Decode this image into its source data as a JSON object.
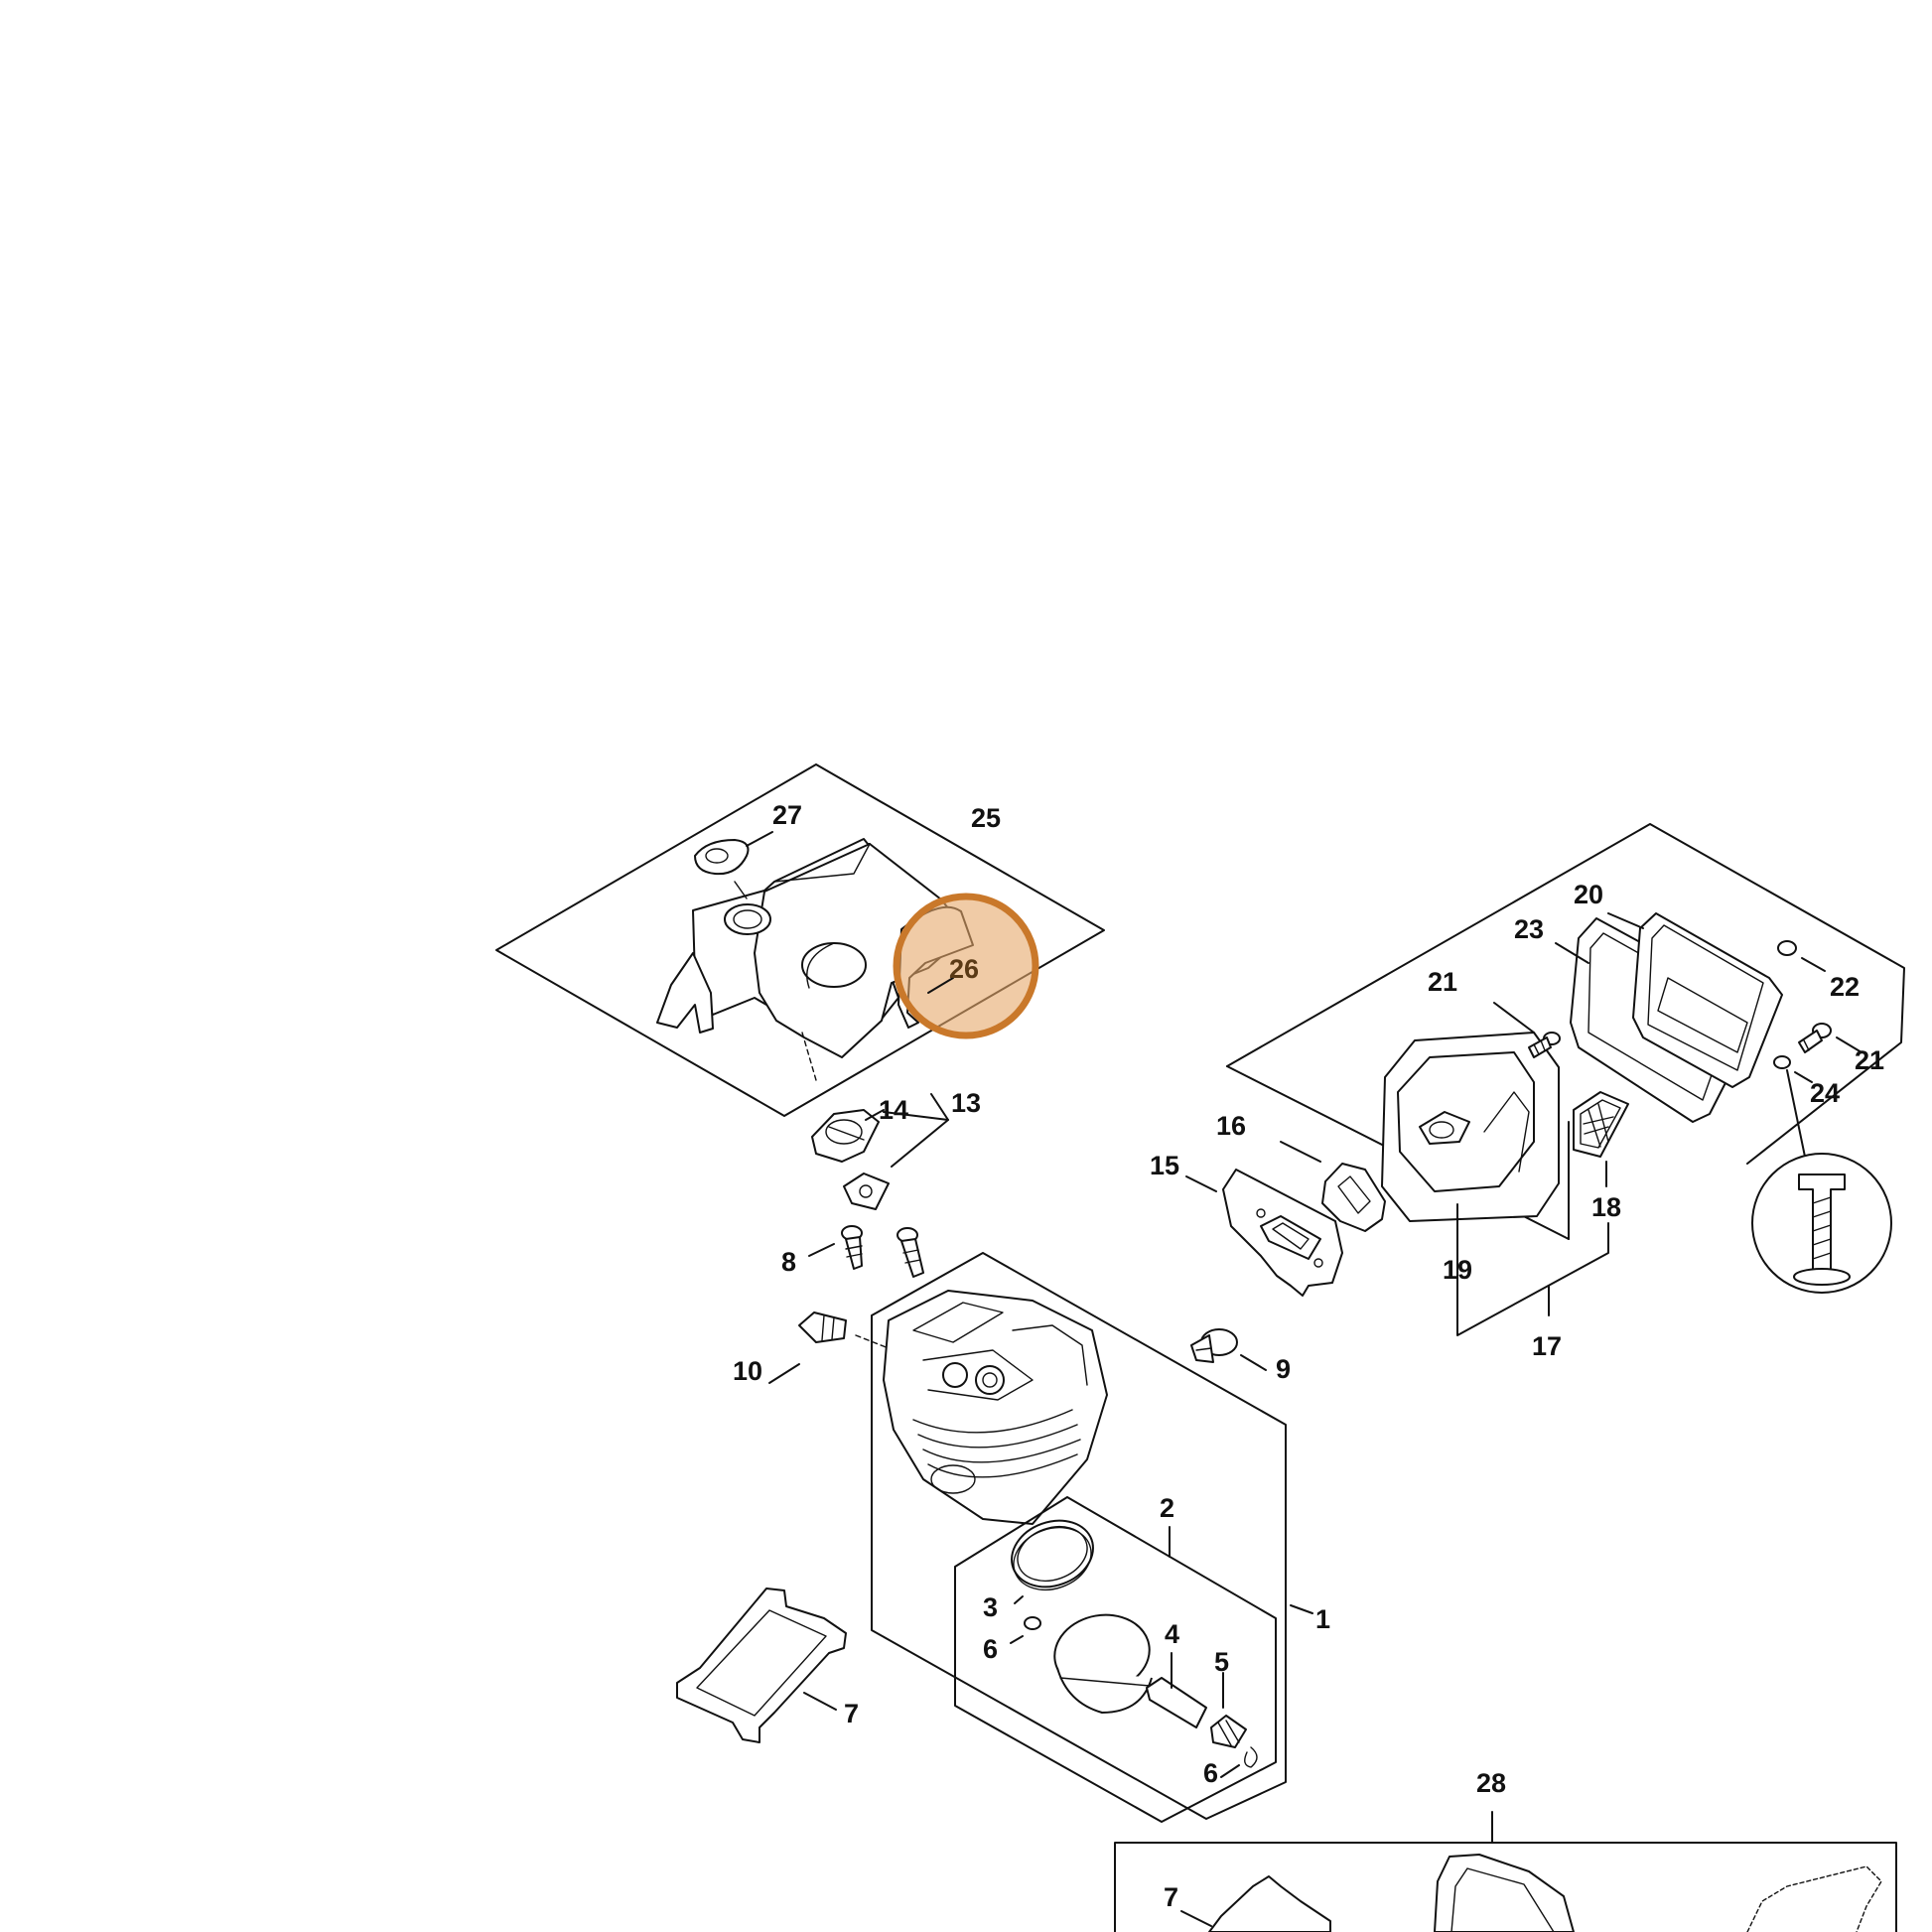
{
  "highlight": {
    "label": "26",
    "fill": "#e6a86b",
    "stroke": "#c9782a"
  },
  "labels": {
    "l1": "1",
    "l2": "2",
    "l3": "3",
    "l4": "4",
    "l5": "5",
    "l6a": "6",
    "l6b": "6",
    "l7a": "7",
    "l7b": "7",
    "l8": "8",
    "l9": "9",
    "l10": "10",
    "l13": "13",
    "l14": "14",
    "l15": "15",
    "l16": "16",
    "l17": "17",
    "l18": "18",
    "l19": "19",
    "l20": "20",
    "l21a": "21",
    "l21b": "21",
    "l22": "22",
    "l23": "23",
    "l24": "24",
    "l25": "25",
    "l27": "27",
    "l28": "28"
  }
}
